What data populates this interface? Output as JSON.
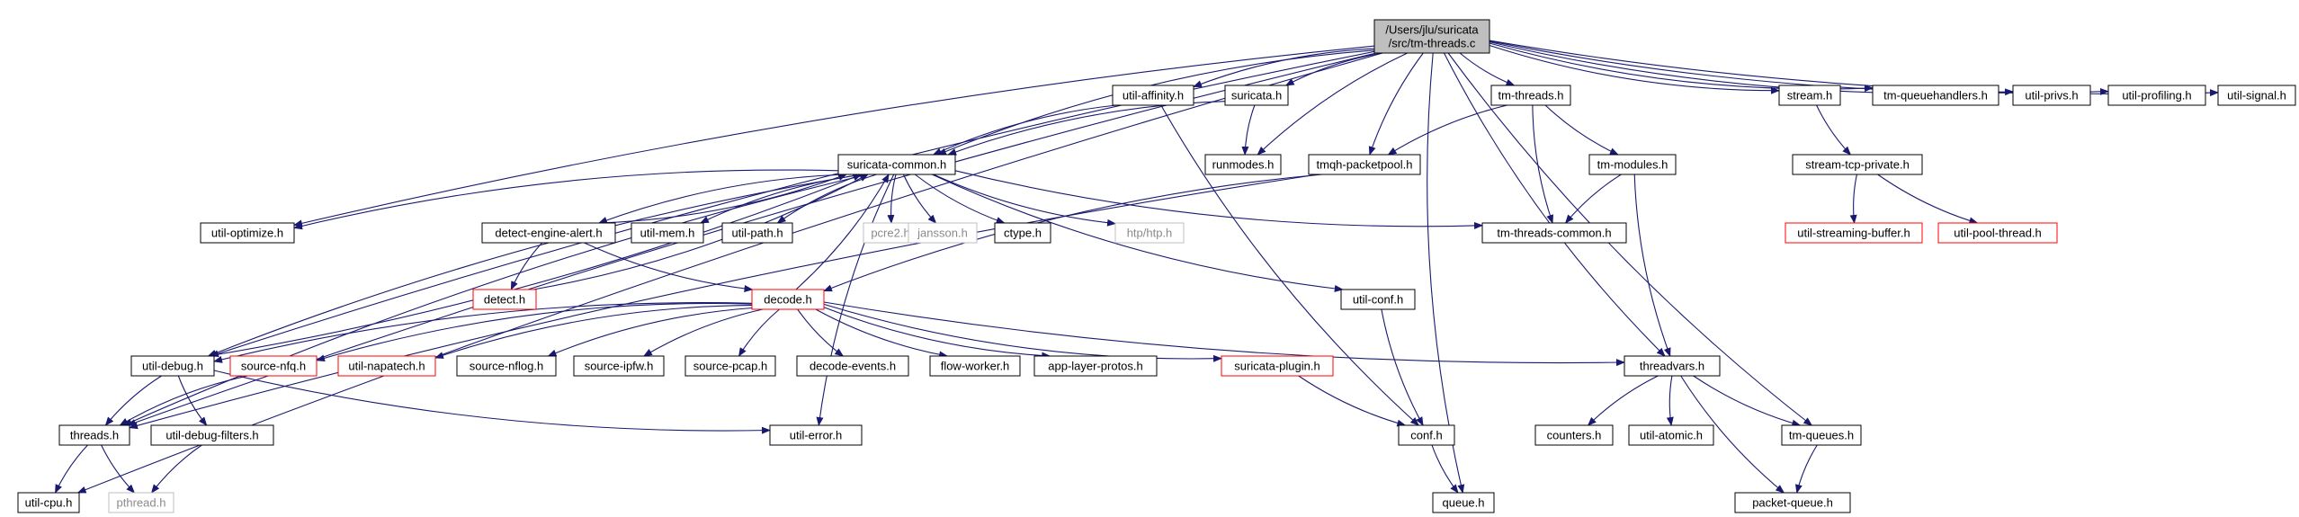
{
  "diagram": {
    "root_label_lines": [
      "/Users/jlu/suricata",
      "/src/tm-threads.c"
    ],
    "colors": {
      "edge": "#191970",
      "root_fill": "#bfbfbf",
      "node_border": "#000000",
      "missing_border": "#bfbfbf",
      "missing_text": "#8a8a8a",
      "incomplete_border": "#ff0000"
    },
    "nodes": [
      {
        "id": "root",
        "label": "/Users/jlu/suricata\n/src/tm-threads.c",
        "style": "root"
      },
      {
        "id": "util_affinity",
        "label": "util-affinity.h",
        "style": "normal"
      },
      {
        "id": "suricata",
        "label": "suricata.h",
        "style": "normal"
      },
      {
        "id": "tm_threads_h",
        "label": "tm-threads.h",
        "style": "normal"
      },
      {
        "id": "stream",
        "label": "stream.h",
        "style": "normal"
      },
      {
        "id": "tm_queuehandlers",
        "label": "tm-queuehandlers.h",
        "style": "normal"
      },
      {
        "id": "util_privs",
        "label": "util-privs.h",
        "style": "normal"
      },
      {
        "id": "util_profiling",
        "label": "util-profiling.h",
        "style": "normal"
      },
      {
        "id": "util_signal",
        "label": "util-signal.h",
        "style": "normal"
      },
      {
        "id": "suricata_common",
        "label": "suricata-common.h",
        "style": "normal"
      },
      {
        "id": "runmodes",
        "label": "runmodes.h",
        "style": "normal"
      },
      {
        "id": "tmqh_packetpool",
        "label": "tmqh-packetpool.h",
        "style": "normal"
      },
      {
        "id": "tm_modules",
        "label": "tm-modules.h",
        "style": "normal"
      },
      {
        "id": "stream_tcp_private",
        "label": "stream-tcp-private.h",
        "style": "normal"
      },
      {
        "id": "util_optimize",
        "label": "util-optimize.h",
        "style": "normal"
      },
      {
        "id": "detect_engine_alert",
        "label": "detect-engine-alert.h",
        "style": "normal"
      },
      {
        "id": "util_mem",
        "label": "util-mem.h",
        "style": "normal"
      },
      {
        "id": "util_path",
        "label": "util-path.h",
        "style": "normal"
      },
      {
        "id": "pcre2",
        "label": "pcre2.h",
        "style": "missing"
      },
      {
        "id": "jansson",
        "label": "jansson.h",
        "style": "missing"
      },
      {
        "id": "ctype",
        "label": "ctype.h",
        "style": "normal"
      },
      {
        "id": "htp",
        "label": "htp/htp.h",
        "style": "missing"
      },
      {
        "id": "tm_threads_common",
        "label": "tm-threads-common.h",
        "style": "normal"
      },
      {
        "id": "util_streaming_buffer",
        "label": "util-streaming-buffer.h",
        "style": "incomplete"
      },
      {
        "id": "util_pool_thread",
        "label": "util-pool-thread.h",
        "style": "incomplete"
      },
      {
        "id": "detect",
        "label": "detect.h",
        "style": "incomplete"
      },
      {
        "id": "decode",
        "label": "decode.h",
        "style": "incomplete"
      },
      {
        "id": "util_conf",
        "label": "util-conf.h",
        "style": "normal"
      },
      {
        "id": "util_debug",
        "label": "util-debug.h",
        "style": "normal"
      },
      {
        "id": "source_nfq",
        "label": "source-nfq.h",
        "style": "incomplete"
      },
      {
        "id": "util_napatech",
        "label": "util-napatech.h",
        "style": "incomplete"
      },
      {
        "id": "source_nflog",
        "label": "source-nflog.h",
        "style": "normal"
      },
      {
        "id": "source_ipfw",
        "label": "source-ipfw.h",
        "style": "normal"
      },
      {
        "id": "source_pcap",
        "label": "source-pcap.h",
        "style": "normal"
      },
      {
        "id": "decode_events",
        "label": "decode-events.h",
        "style": "normal"
      },
      {
        "id": "flow_worker",
        "label": "flow-worker.h",
        "style": "normal"
      },
      {
        "id": "app_layer_protos",
        "label": "app-layer-protos.h",
        "style": "normal"
      },
      {
        "id": "suricata_plugin",
        "label": "suricata-plugin.h",
        "style": "incomplete"
      },
      {
        "id": "threadvars",
        "label": "threadvars.h",
        "style": "normal"
      },
      {
        "id": "threads",
        "label": "threads.h",
        "style": "normal"
      },
      {
        "id": "util_debug_filters",
        "label": "util-debug-filters.h",
        "style": "normal"
      },
      {
        "id": "util_error",
        "label": "util-error.h",
        "style": "normal"
      },
      {
        "id": "conf",
        "label": "conf.h",
        "style": "normal"
      },
      {
        "id": "counters",
        "label": "counters.h",
        "style": "normal"
      },
      {
        "id": "util_atomic",
        "label": "util-atomic.h",
        "style": "normal"
      },
      {
        "id": "tm_queues",
        "label": "tm-queues.h",
        "style": "normal"
      },
      {
        "id": "util_cpu",
        "label": "util-cpu.h",
        "style": "normal"
      },
      {
        "id": "pthread",
        "label": "pthread.h",
        "style": "missing"
      },
      {
        "id": "queue",
        "label": "queue.h",
        "style": "normal"
      },
      {
        "id": "packet_queue",
        "label": "packet-queue.h",
        "style": "normal"
      }
    ],
    "edges": [
      [
        "root",
        "util_affinity"
      ],
      [
        "root",
        "suricata"
      ],
      [
        "root",
        "tm_threads_h"
      ],
      [
        "root",
        "stream"
      ],
      [
        "root",
        "tm_queuehandlers"
      ],
      [
        "root",
        "util_privs"
      ],
      [
        "root",
        "util_profiling"
      ],
      [
        "root",
        "util_signal"
      ],
      [
        "root",
        "suricata_common"
      ],
      [
        "root",
        "runmodes"
      ],
      [
        "root",
        "tmqh_packetpool"
      ],
      [
        "root",
        "util_optimize"
      ],
      [
        "root",
        "util_debug"
      ],
      [
        "root",
        "threads"
      ],
      [
        "root",
        "util_cpu"
      ],
      [
        "root",
        "queue"
      ],
      [
        "root",
        "threadvars"
      ],
      [
        "root",
        "tm_queues"
      ],
      [
        "util_affinity",
        "suricata_common"
      ],
      [
        "util_affinity",
        "conf"
      ],
      [
        "suricata",
        "suricata_common"
      ],
      [
        "suricata",
        "runmodes"
      ],
      [
        "tm_threads_h",
        "tmqh_packetpool"
      ],
      [
        "tm_threads_h",
        "tm_modules"
      ],
      [
        "tm_threads_h",
        "tm_threads_common"
      ],
      [
        "tm_modules",
        "tm_threads_common"
      ],
      [
        "tm_modules",
        "threadvars"
      ],
      [
        "tmqh_packetpool",
        "decode"
      ],
      [
        "tmqh_packetpool",
        "threads"
      ],
      [
        "stream",
        "stream_tcp_private"
      ],
      [
        "stream_tcp_private",
        "util_streaming_buffer"
      ],
      [
        "stream_tcp_private",
        "util_pool_thread"
      ],
      [
        "suricata_common",
        "util_optimize"
      ],
      [
        "suricata_common",
        "detect_engine_alert"
      ],
      [
        "suricata_common",
        "util_mem"
      ],
      [
        "suricata_common",
        "util_path"
      ],
      [
        "suricata_common",
        "pcre2"
      ],
      [
        "suricata_common",
        "jansson"
      ],
      [
        "suricata_common",
        "ctype"
      ],
      [
        "suricata_common",
        "htp"
      ],
      [
        "suricata_common",
        "tm_threads_common"
      ],
      [
        "suricata_common",
        "util_debug"
      ],
      [
        "suricata_common",
        "threads"
      ],
      [
        "suricata_common",
        "util_error"
      ],
      [
        "suricata_common",
        "util_conf"
      ],
      [
        "detect_engine_alert",
        "suricata_common"
      ],
      [
        "detect_engine_alert",
        "detect"
      ],
      [
        "detect_engine_alert",
        "decode"
      ],
      [
        "detect",
        "suricata_common"
      ],
      [
        "decode",
        "suricata_common"
      ],
      [
        "decode",
        "util_debug"
      ],
      [
        "decode",
        "source_nfq"
      ],
      [
        "decode",
        "util_napatech"
      ],
      [
        "decode",
        "source_nflog"
      ],
      [
        "decode",
        "source_ipfw"
      ],
      [
        "decode",
        "source_pcap"
      ],
      [
        "decode",
        "decode_events"
      ],
      [
        "decode",
        "flow_worker"
      ],
      [
        "decode",
        "app_layer_protos"
      ],
      [
        "decode",
        "suricata_plugin"
      ],
      [
        "decode",
        "threadvars"
      ],
      [
        "util_debug",
        "suricata_common"
      ],
      [
        "util_debug",
        "threads"
      ],
      [
        "util_debug",
        "util_debug_filters"
      ],
      [
        "util_debug",
        "util_error"
      ],
      [
        "source_nfq",
        "threads"
      ],
      [
        "util_debug_filters",
        "pthread"
      ],
      [
        "threads",
        "util_cpu"
      ],
      [
        "threads",
        "pthread"
      ],
      [
        "util_conf",
        "conf"
      ],
      [
        "suricata_plugin",
        "conf"
      ],
      [
        "conf",
        "queue"
      ],
      [
        "threadvars",
        "counters"
      ],
      [
        "threadvars",
        "util_atomic"
      ],
      [
        "threadvars",
        "tm_queues"
      ],
      [
        "threadvars",
        "packet_queue"
      ],
      [
        "tm_queues",
        "packet_queue"
      ]
    ]
  }
}
